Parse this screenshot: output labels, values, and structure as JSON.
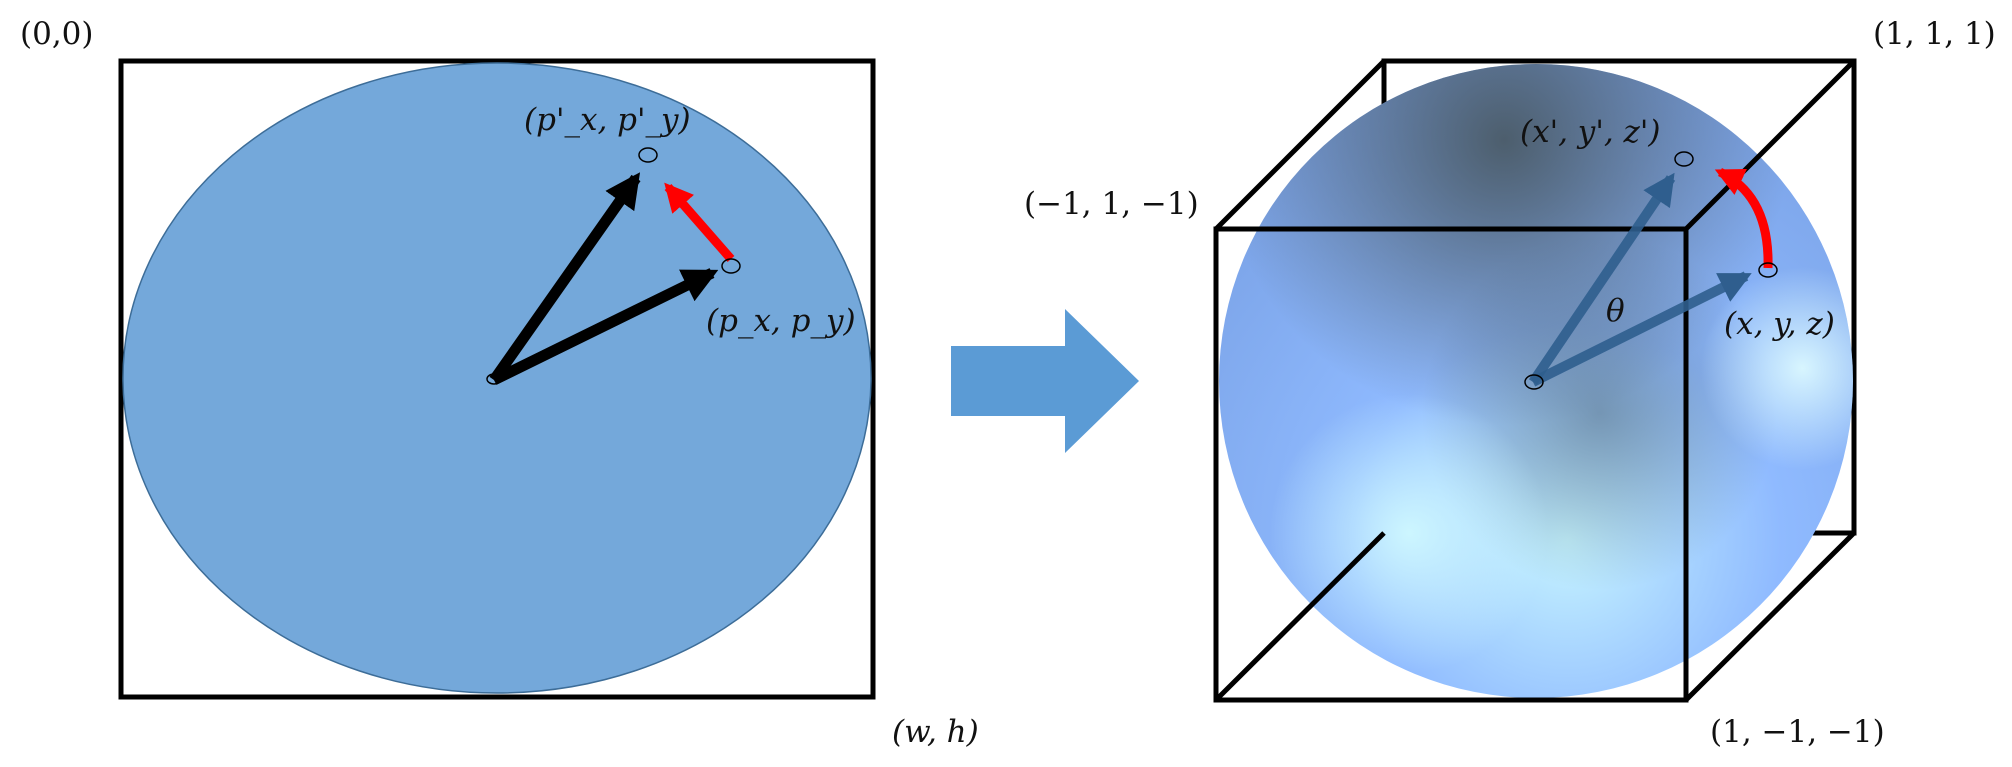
{
  "left_panel": {
    "corner_top_left": "(0,0)",
    "corner_bottom_right": "(w, h)",
    "point_original": "(p_x, p_y)",
    "point_rotated": "(p'_x, p'_y)"
  },
  "right_panel": {
    "corner_top_right": "(1, 1, 1)",
    "corner_front_top_left": "(−1, 1, −1)",
    "corner_bottom_right": "(1, −1, −1)",
    "point_original": "(x, y, z)",
    "point_rotated": "(x', y', z')",
    "angle": "θ"
  },
  "colors": {
    "disc_fill": "#74a8da",
    "disc_stroke": "#3d6d98",
    "arrow_black": "#000000",
    "arrow_red": "#ff0000",
    "arrow_blue": "#2f5e8e",
    "block_arrow": "#5b9bd5",
    "sphere_light": "#bfeeff",
    "sphere_mid": "#8ab4ff",
    "sphere_dark": "#4d6577",
    "cube_edges": "#000000"
  },
  "icons": {
    "transition": "right-block-arrow"
  }
}
